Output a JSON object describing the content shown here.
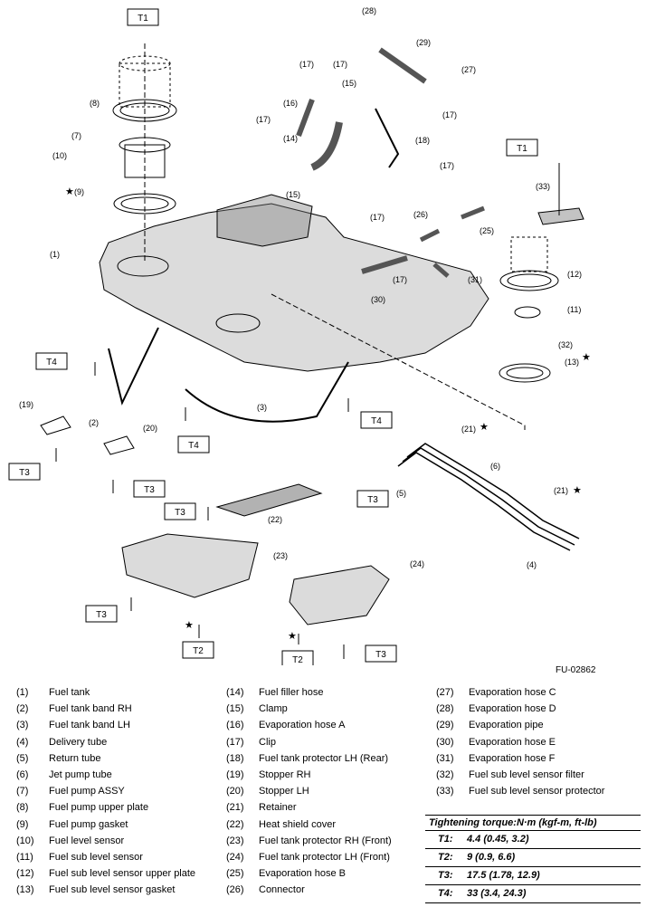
{
  "figure_id": "FU-02862",
  "callouts": [
    "(1)",
    "(2)",
    "(3)",
    "(4)",
    "(5)",
    "(6)",
    "(7)",
    "(8)",
    "(9)",
    "(10)",
    "(11)",
    "(12)",
    "(13)",
    "(14)",
    "(15)",
    "(16)",
    "(17)",
    "(18)",
    "(19)",
    "(20)",
    "(21)",
    "(22)",
    "(23)",
    "(24)",
    "(25)",
    "(26)",
    "(27)",
    "(28)",
    "(29)",
    "(30)",
    "(31)",
    "(32)",
    "(33)"
  ],
  "torque_tags": [
    "T1",
    "T2",
    "T3",
    "T4"
  ],
  "legend": {
    "col1": [
      {
        "num": "(1)",
        "label": "Fuel tank"
      },
      {
        "num": "(2)",
        "label": "Fuel tank band RH"
      },
      {
        "num": "(3)",
        "label": "Fuel tank band LH"
      },
      {
        "num": "(4)",
        "label": "Delivery tube"
      },
      {
        "num": "(5)",
        "label": "Return tube"
      },
      {
        "num": "(6)",
        "label": "Jet pump tube"
      },
      {
        "num": "(7)",
        "label": "Fuel pump ASSY"
      },
      {
        "num": "(8)",
        "label": "Fuel pump upper plate"
      },
      {
        "num": "(9)",
        "label": "Fuel pump gasket"
      },
      {
        "num": "(10)",
        "label": "Fuel level sensor"
      },
      {
        "num": "(11)",
        "label": "Fuel sub level sensor"
      },
      {
        "num": "(12)",
        "label": "Fuel sub level sensor upper plate"
      },
      {
        "num": "(13)",
        "label": "Fuel sub level sensor gasket"
      }
    ],
    "col2": [
      {
        "num": "(14)",
        "label": "Fuel filler hose"
      },
      {
        "num": "(15)",
        "label": "Clamp"
      },
      {
        "num": "(16)",
        "label": "Evaporation hose A"
      },
      {
        "num": "(17)",
        "label": "Clip"
      },
      {
        "num": "(18)",
        "label": "Fuel tank protector LH (Rear)"
      },
      {
        "num": "(19)",
        "label": "Stopper RH"
      },
      {
        "num": "(20)",
        "label": "Stopper LH"
      },
      {
        "num": "(21)",
        "label": "Retainer"
      },
      {
        "num": "(22)",
        "label": "Heat shield cover"
      },
      {
        "num": "(23)",
        "label": "Fuel tank protector RH (Front)"
      },
      {
        "num": "(24)",
        "label": "Fuel tank protector LH (Front)"
      },
      {
        "num": "(25)",
        "label": "Evaporation hose B"
      },
      {
        "num": "(26)",
        "label": "Connector"
      }
    ],
    "col3": [
      {
        "num": "(27)",
        "label": "Evaporation hose C"
      },
      {
        "num": "(28)",
        "label": "Evaporation hose D"
      },
      {
        "num": "(29)",
        "label": "Evaporation pipe"
      },
      {
        "num": "(30)",
        "label": "Evaporation hose E"
      },
      {
        "num": "(31)",
        "label": "Evaporation hose F"
      },
      {
        "num": "(32)",
        "label": "Fuel sub level sensor filter"
      },
      {
        "num": "(33)",
        "label": "Fuel sub level sensor protector"
      }
    ]
  },
  "torque": {
    "header": "Tightening torque:N·m (kgf-m, ft-lb)",
    "rows": [
      {
        "key": "T1:",
        "value": "4.4 (0.45, 3.2)"
      },
      {
        "key": "T2:",
        "value": "9 (0.9, 6.6)"
      },
      {
        "key": "T3:",
        "value": "17.5 (1.78, 12.9)"
      },
      {
        "key": "T4:",
        "value": "33 (3.4, 24.3)"
      }
    ]
  }
}
